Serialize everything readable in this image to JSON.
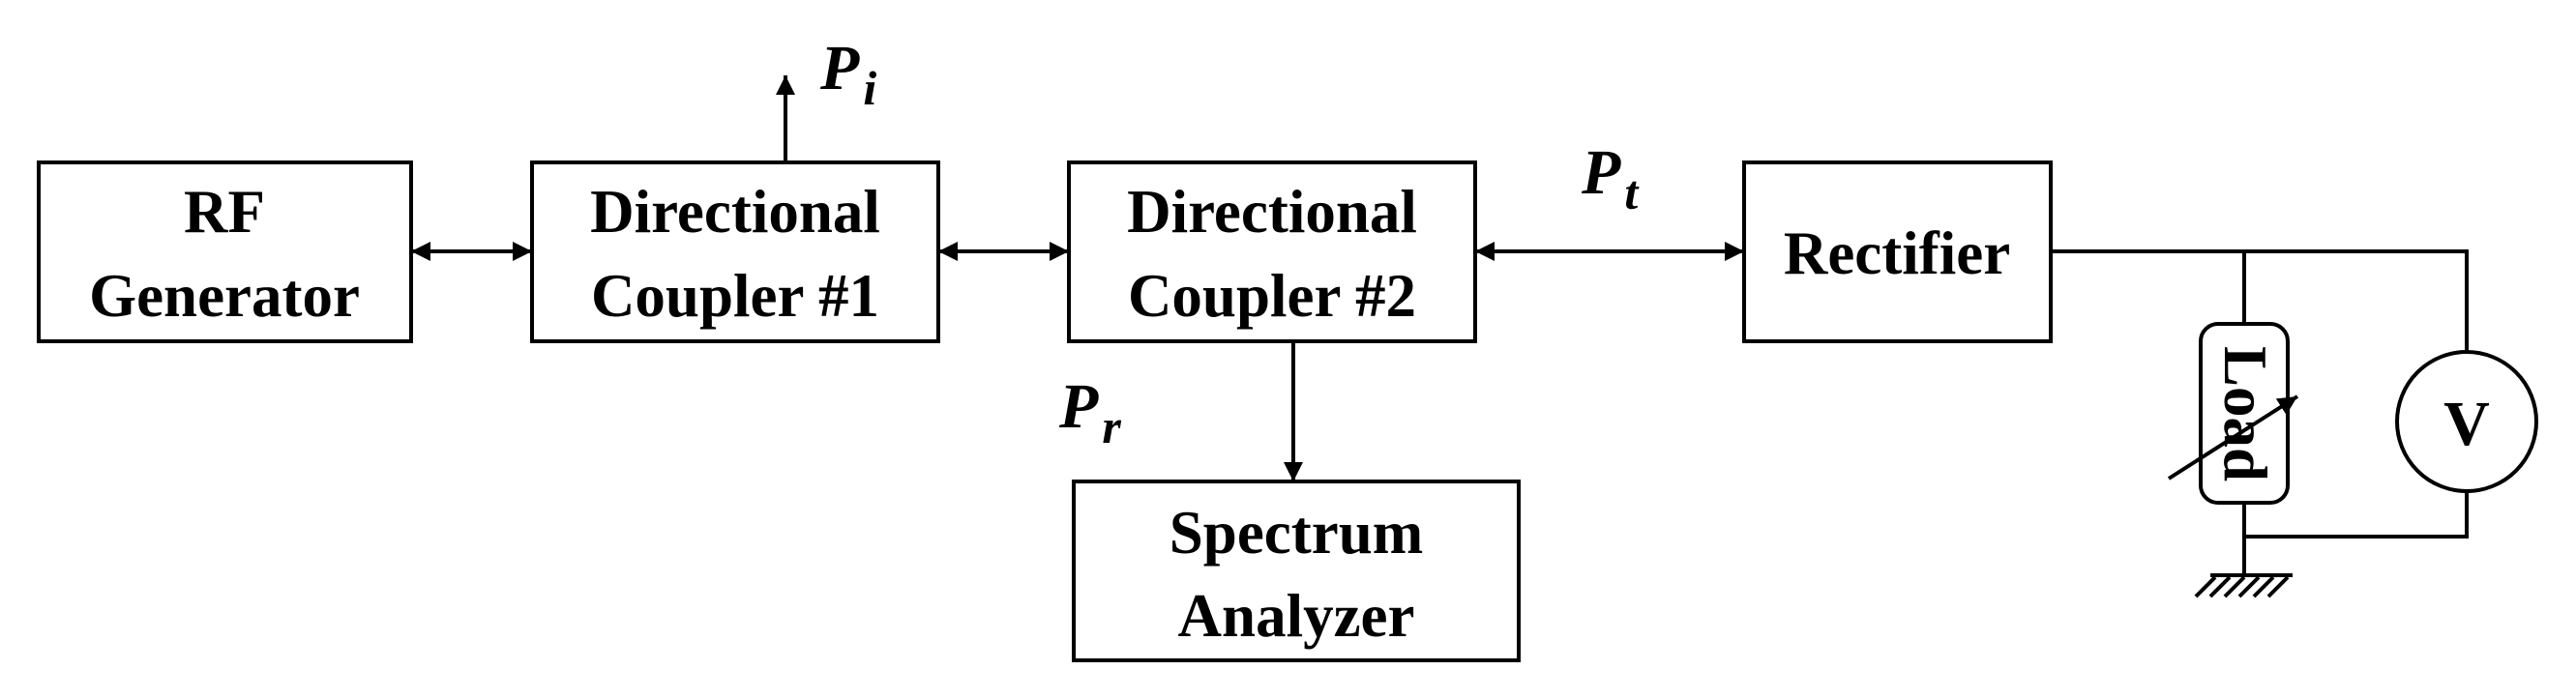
{
  "blocks": {
    "rf_generator": {
      "line1": "RF",
      "line2": "Generator"
    },
    "coupler1": {
      "line1": "Directional",
      "line2": "Coupler #1"
    },
    "coupler2": {
      "line1": "Directional",
      "line2": "Coupler #2"
    },
    "spectrum_analyzer": {
      "line1": "Spectrum",
      "line2": "Analyzer"
    },
    "rectifier": {
      "label": "Rectifier"
    },
    "load": {
      "label": "Load"
    },
    "voltmeter": {
      "label": "V"
    }
  },
  "signals": {
    "incident": {
      "symbol": "P",
      "subscript": "i"
    },
    "transmitted": {
      "symbol": "P",
      "subscript": "t"
    },
    "reflected": {
      "symbol": "P",
      "subscript": "r"
    }
  }
}
